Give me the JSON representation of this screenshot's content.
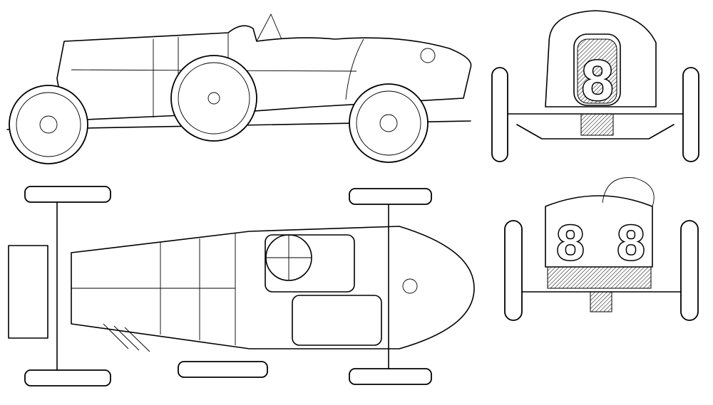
{
  "drawing": {
    "race_number": "8",
    "views": [
      "side-view",
      "front-view",
      "top-view",
      "rear-view"
    ]
  }
}
